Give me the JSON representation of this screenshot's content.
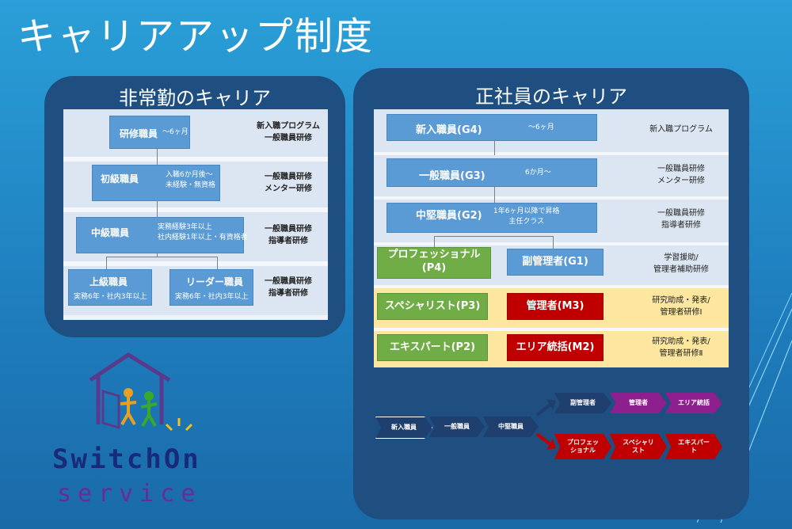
{
  "title": "キャリアアップ制度",
  "left_panel": {
    "heading": "非常勤のキャリア",
    "boxes": [
      {
        "label": "研修職員",
        "sub": "～6ヶ月"
      },
      {
        "label": "初級職員",
        "sub": "入職6か月後～\n未経験・無資格"
      },
      {
        "label": "中級職員",
        "sub": "実務経験3年以上\n社内経験1年以上・有資格者"
      },
      {
        "label": "上級職員",
        "sub": "実務6年・社内3年以上"
      },
      {
        "label": "リーダー職員",
        "sub": "実務6年・社内3年以上"
      }
    ],
    "notes": [
      "新入職プログラム\n一般職員研修",
      "一般職員研修\nメンター研修",
      "一般職員研修\n指導者研修",
      "一般職員研修\n指導者研修"
    ]
  },
  "right_panel": {
    "heading": "正社員のキャリア",
    "boxes": [
      {
        "label": "新入職員(G4)",
        "sub": "～6ヶ月"
      },
      {
        "label": "一般職員(G3)",
        "sub": "6か月～"
      },
      {
        "label": "中堅職員(G2)",
        "sub": "1年6ヶ月以降で昇格\n主任クラス"
      }
    ],
    "green_boxes": [
      "プロフェッショナル\n(P4)",
      "スペシャリスト(P3)",
      "エキスパート(P2)"
    ],
    "side_boxes": [
      {
        "label": "副管理者(G1)",
        "color": "#5b9bd5"
      },
      {
        "label": "管理者(M3)",
        "color": "#c00000"
      },
      {
        "label": "エリア統括(M2)",
        "color": "#c00000"
      }
    ],
    "notes": [
      "新入職プログラム",
      "一般職員研修\nメンター研修",
      "一般職員研修\n指導者研修",
      "学習援助/\n管理者補助研修",
      "研究助成・発表/\n管理者研修Ⅰ",
      "研究助成・発表/\n管理者研修Ⅱ"
    ],
    "flow_base": [
      "新入職員",
      "一般職員",
      "中堅職員"
    ],
    "flow_management": [
      "副管理者",
      "管理者",
      "エリア統括"
    ],
    "flow_specialist": [
      "プロフェッ\nショナル",
      "スペシャリ\nスト",
      "エキスパー\nト"
    ]
  },
  "logo": {
    "line1": "SwitchOn",
    "line2": "service"
  },
  "colors": {
    "background": "#1f7fbf",
    "panel": "#1e4f80",
    "blue_box": "#5b9bd5",
    "green_box": "#70ad47",
    "red_box": "#c00000",
    "purple_chevron": "#8e1f8e",
    "navy_chevron": "#1f3f6e",
    "highlight_band": "#fde6a0"
  }
}
